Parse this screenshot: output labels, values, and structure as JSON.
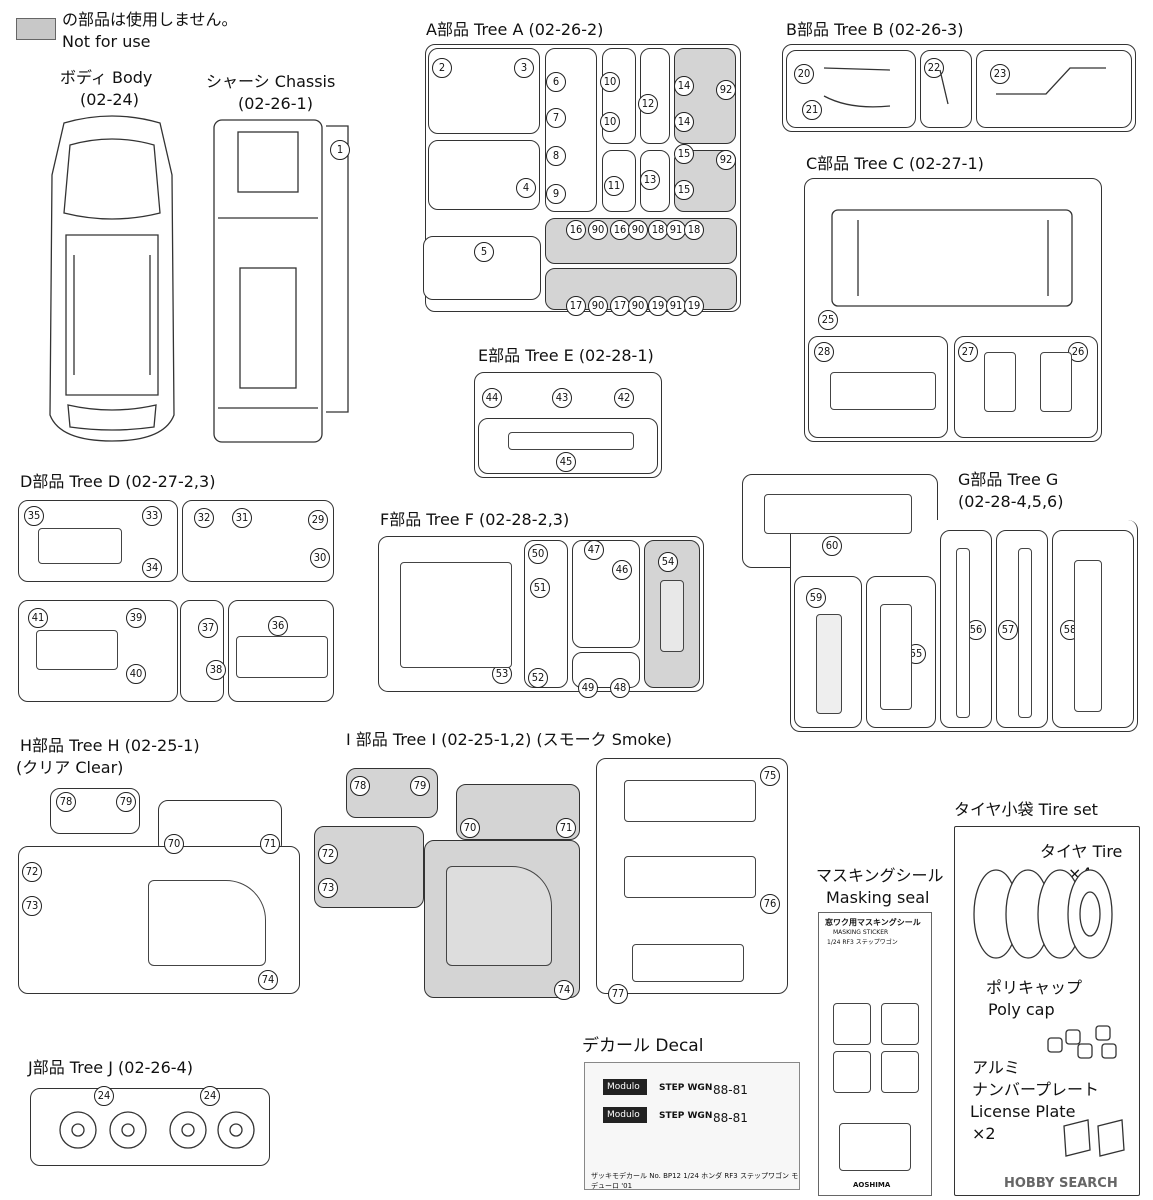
{
  "legend": {
    "jp": "の部品は使用しません。",
    "en": "Not for use"
  },
  "body": {
    "title": "ボディ Body",
    "code": "(02-24)"
  },
  "chassis": {
    "title": "シャーシ Chassis",
    "code": "(02-26-1)",
    "part": "1"
  },
  "treeA": {
    "title": "A部品 Tree A (02-26-2)",
    "parts": [
      "2",
      "3",
      "4",
      "5",
      "6",
      "7",
      "8",
      "9",
      "10",
      "10",
      "11",
      "12",
      "13",
      "14",
      "14",
      "15",
      "15",
      "92",
      "92",
      "16",
      "90",
      "16",
      "90",
      "18",
      "91",
      "18",
      "17",
      "90",
      "17",
      "90",
      "19",
      "91",
      "19"
    ]
  },
  "treeB": {
    "title": "B部品 Tree B (02-26-3)",
    "parts": [
      "20",
      "21",
      "22",
      "23"
    ]
  },
  "treeC": {
    "title": "C部品 Tree C (02-27-1)",
    "parts": [
      "25",
      "26",
      "27",
      "28"
    ]
  },
  "treeE": {
    "title": "E部品 Tree E (02-28-1)",
    "parts": [
      "42",
      "43",
      "44",
      "45"
    ]
  },
  "treeD": {
    "title": "D部品 Tree D (02-27-2,3)",
    "parts": [
      "29",
      "30",
      "31",
      "32",
      "33",
      "34",
      "35",
      "36",
      "37",
      "38",
      "39",
      "40",
      "41"
    ]
  },
  "treeF": {
    "title": "F部品 Tree F (02-28-2,3)",
    "parts": [
      "46",
      "47",
      "48",
      "49",
      "50",
      "51",
      "52",
      "53",
      "54"
    ]
  },
  "treeG": {
    "title": "G部品 Tree G",
    "code": "(02-28-4,5,6)",
    "parts": [
      "55",
      "56",
      "57",
      "58",
      "59",
      "60"
    ]
  },
  "treeH": {
    "title": "H部品 Tree H (02-25-1)",
    "sub": "(クリア Clear)",
    "parts": [
      "70",
      "71",
      "72",
      "73",
      "74",
      "78",
      "79"
    ]
  },
  "treeI": {
    "title": "I 部品 Tree I (02-25-1,2) (スモーク Smoke)",
    "parts": [
      "70",
      "71",
      "72",
      "73",
      "74",
      "75",
      "76",
      "77",
      "78",
      "79"
    ]
  },
  "treeJ": {
    "title": "J部品 Tree J (02-26-4)",
    "parts": [
      "24",
      "24"
    ]
  },
  "tireset": {
    "title": "タイヤ小袋 Tire set",
    "tire_jp": "タイヤ Tire",
    "tire_qty": "×4",
    "poly_jp": "ポリキャップ",
    "poly_en": "Poly cap",
    "plate_jp1": "アルミ",
    "plate_jp2": "ナンバープレート",
    "plate_en": "License Plate",
    "plate_qty": "×2"
  },
  "masking": {
    "title_jp": "マスキングシール",
    "title_en": "Masking seal",
    "sheet_title": "窓ワク用マスキングシール",
    "sheet_sub1": "MASKING STICKER",
    "sheet_sub2": "1/24 RF3 ステップワゴン",
    "maker": "AOSHIMA"
  },
  "decal": {
    "title": "デカール Decal",
    "brand1": "Modulo",
    "brand2": "STEP WGN",
    "plate": "88-81",
    "footer": "ザッキモデカール No. BP12  1/24 ホンダ RF3 ステップワゴン モデューロ '01"
  },
  "watermark": "HOBBY SEARCH",
  "colors": {
    "not_for_use": "#d4d4d4",
    "frame": "#333333"
  }
}
